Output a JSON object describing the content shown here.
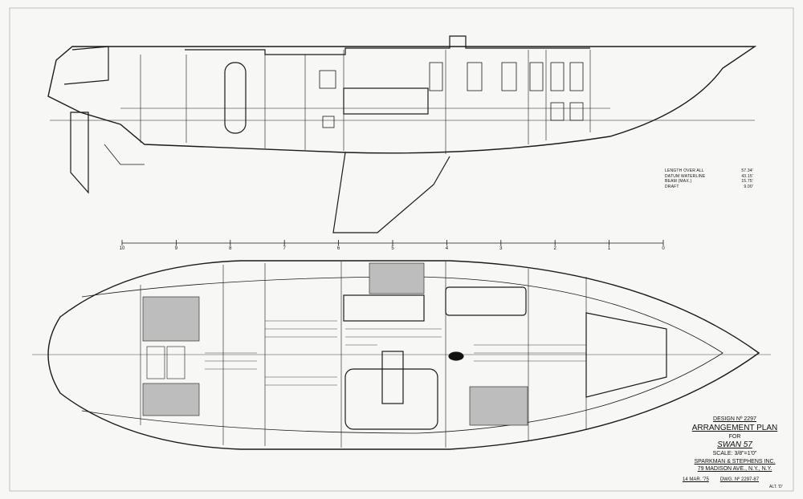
{
  "specs": [
    {
      "label": "LENGTH OVER ALL",
      "value": "57.34'"
    },
    {
      "label": "DATUM WATERLINE",
      "value": "43.15'"
    },
    {
      "label": "BEAM (MAX.)",
      "value": "15.75'"
    },
    {
      "label": "DRAFT",
      "value": "9.00'"
    }
  ],
  "scale_ticks": [
    "10",
    "9",
    "8",
    "7",
    "6",
    "5",
    "4",
    "3",
    "2",
    "1",
    "0"
  ],
  "title_block": {
    "design_no": "DESIGN Nº 2297",
    "title": "ARRANGEMENT PLAN",
    "for": "FOR",
    "boat": "SWAN 57",
    "scale": "SCALE: 3/8\"=1'0\"",
    "firm": "SPARKMAN & STEPHENS INC.",
    "address": "79 MADISON AVE., N.Y., N.Y.",
    "date": "14 MAR. '75",
    "dwg_no": "DWG. Nº 2297-87",
    "rev": "ALT. 'D'"
  }
}
